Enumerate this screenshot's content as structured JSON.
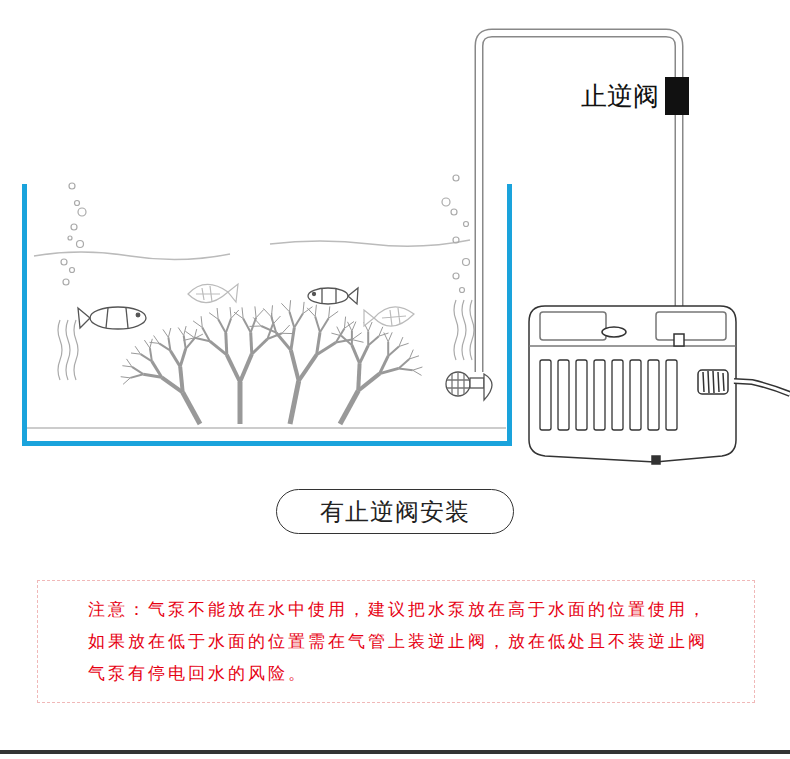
{
  "diagram": {
    "nodes": [
      {
        "text": [
          "有止逆阀安装"
        ]
      },
      {
        "text": [
          "注意：气泵不能放在水中使用，建议把水泵放在高于水面的位置使用， 如果放在低于水面的位置需在气管上装逆止阀，放在低处且不装逆止阀 气泵有停电回水的风险。"
        ]
      }
    ],
    "labels": [
      "止逆阀"
    ]
  }
}
